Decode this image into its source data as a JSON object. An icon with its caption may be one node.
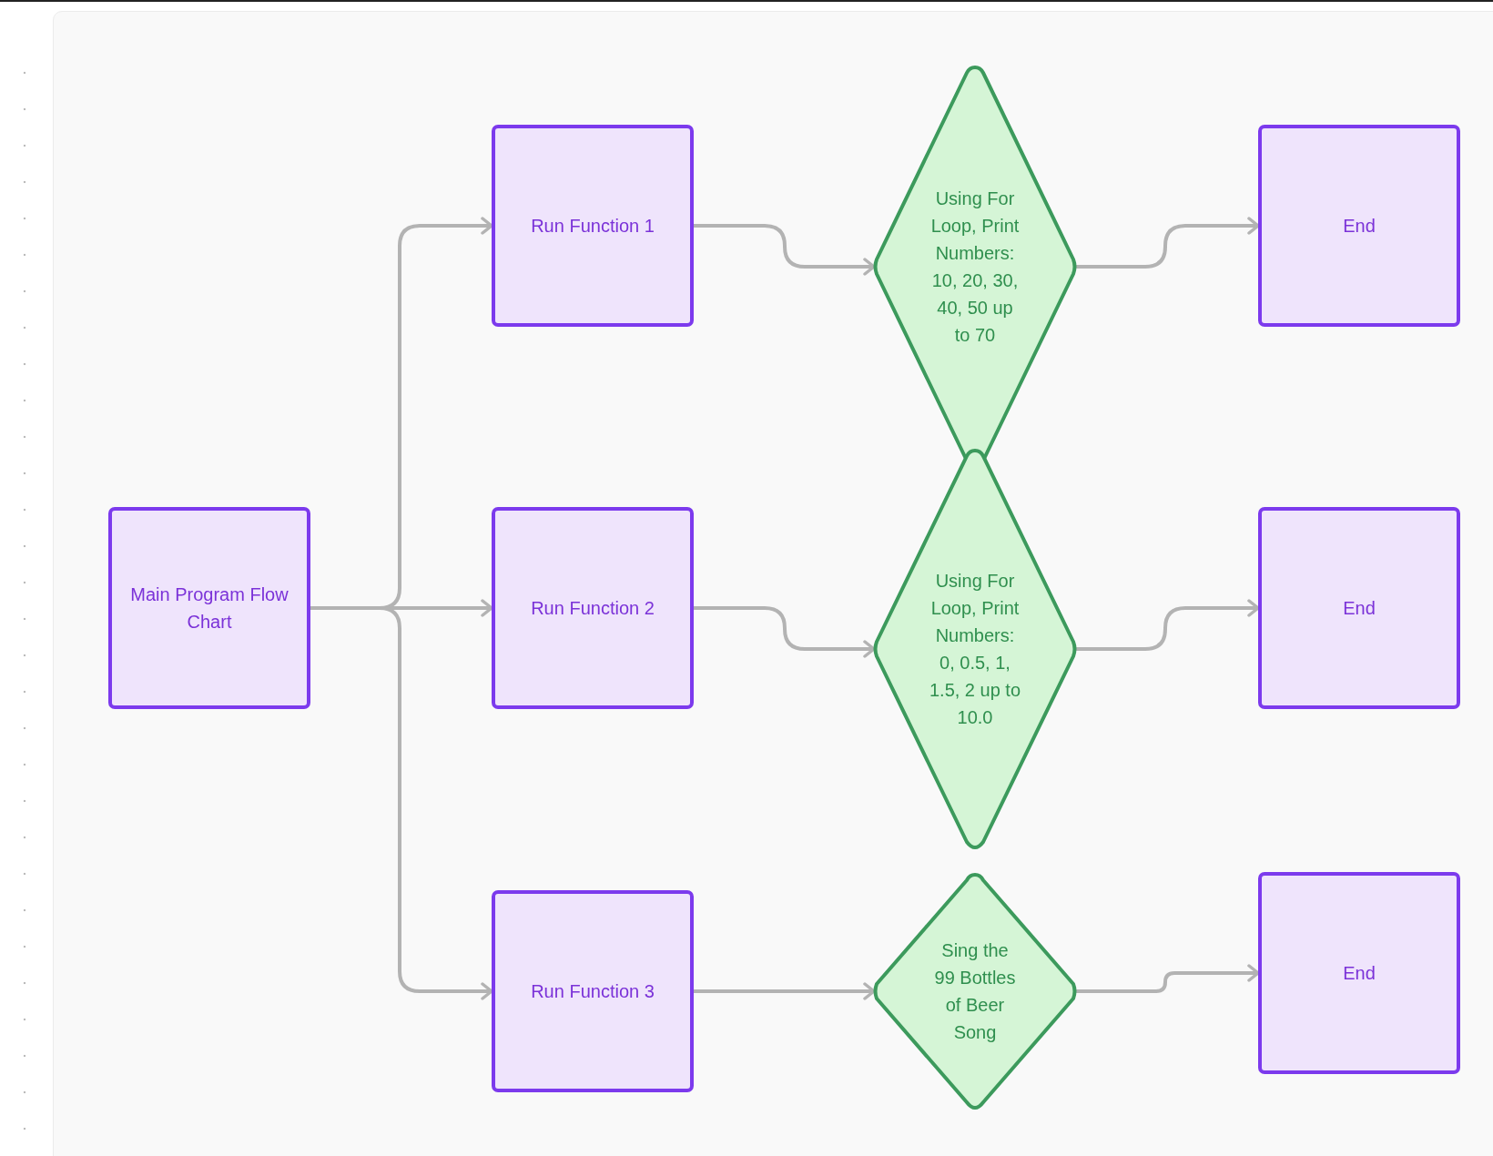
{
  "diagram": {
    "nodes": [
      {
        "text": [
          "Main Program Flow Chart"
        ]
      },
      {
        "text": [
          "Run Function 1"
        ]
      },
      {
        "text": [
          "Run Function 2"
        ]
      },
      {
        "text": [
          "Run Function 3"
        ]
      },
      {
        "text": [
          "Using For Loop, Print Numbers: 10, 20, 30, 40, 50 up to 70"
        ]
      },
      {
        "text": [
          "Using For Loop, Print Numbers: 0, 0.5, 1, 1.5, 2 up to 10.0"
        ]
      },
      {
        "text": [
          "Sing the 99 Bottles of Beer Song"
        ]
      },
      {
        "text": [
          "End"
        ]
      },
      {
        "text": [
          "End"
        ]
      },
      {
        "text": [
          "End"
        ]
      }
    ],
    "edges": [
      {
        "from": 0,
        "to": 1,
        "arrow": "to"
      },
      {
        "from": 0,
        "to": 2,
        "arrow": "to"
      },
      {
        "from": 0,
        "to": 3,
        "arrow": "to"
      },
      {
        "from": 1,
        "to": 4,
        "arrow": "to"
      },
      {
        "from": 2,
        "to": 5,
        "arrow": "to"
      },
      {
        "from": 3,
        "to": 6,
        "arrow": "to"
      },
      {
        "from": 4,
        "to": 7,
        "arrow": "to"
      },
      {
        "from": 5,
        "to": 8,
        "arrow": "to"
      },
      {
        "from": 6,
        "to": 9,
        "arrow": "to"
      }
    ]
  }
}
